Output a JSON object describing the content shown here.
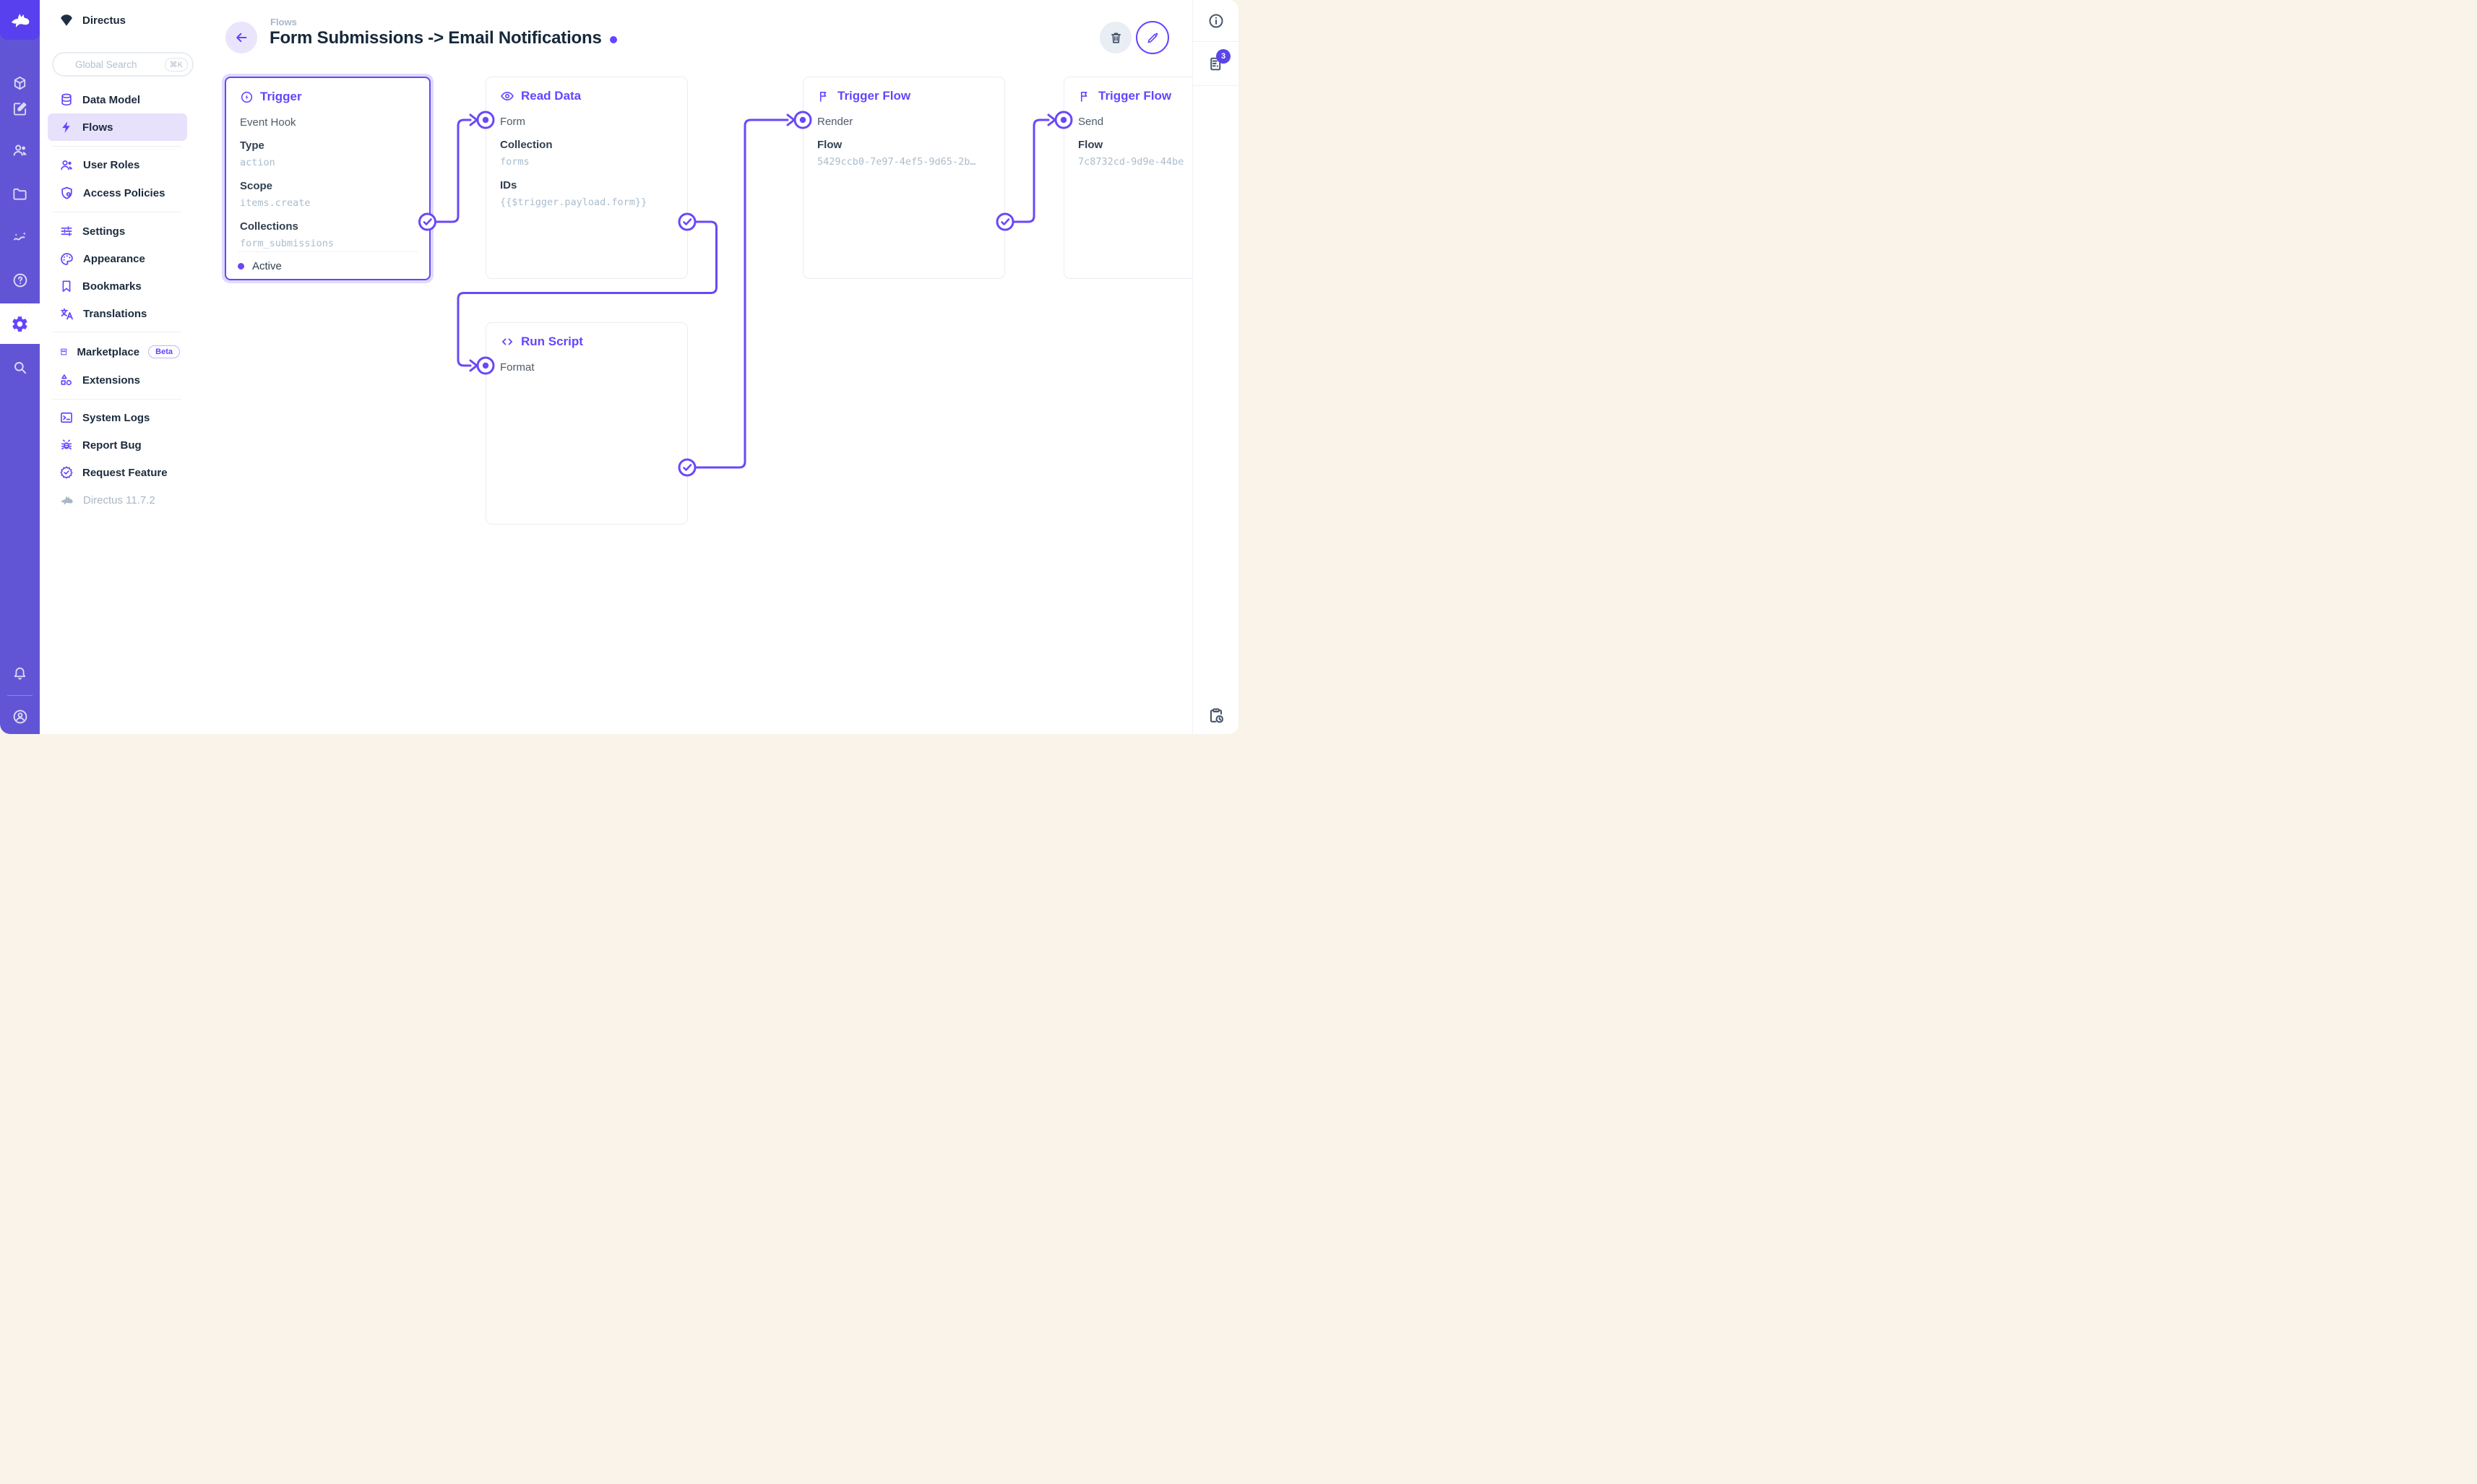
{
  "app": {
    "project_name": "Directus",
    "version_label": "Directus 11.7.2"
  },
  "module_bar": {
    "icons": [
      "directus-logo",
      "content",
      "editor",
      "users",
      "files",
      "insights",
      "help",
      "settings",
      "search",
      "notifications",
      "account"
    ]
  },
  "sidebar": {
    "search": {
      "placeholder": "Global Search",
      "shortcut": "⌘K"
    },
    "items": [
      {
        "label": "Data Model"
      },
      {
        "label": "Flows"
      },
      {
        "label": "User Roles"
      },
      {
        "label": "Access Policies"
      },
      {
        "label": "Settings"
      },
      {
        "label": "Appearance"
      },
      {
        "label": "Bookmarks"
      },
      {
        "label": "Translations"
      },
      {
        "label": "Marketplace",
        "badge": "Beta"
      },
      {
        "label": "Extensions"
      },
      {
        "label": "System Logs"
      },
      {
        "label": "Report Bug"
      },
      {
        "label": "Request Feature"
      }
    ]
  },
  "header": {
    "breadcrumb": "Flows",
    "title": "Form Submissions -> Email Notifications"
  },
  "panels": {
    "trigger": {
      "title": "Trigger",
      "subtitle": "Event Hook",
      "fields": [
        {
          "label": "Type",
          "value": "action"
        },
        {
          "label": "Scope",
          "value": "items.create"
        },
        {
          "label": "Collections",
          "value": "form_submissions"
        }
      ],
      "status_label": "Active"
    },
    "read_data": {
      "title": "Read Data",
      "input_label": "Form",
      "fields": [
        {
          "label": "Collection",
          "value": "forms"
        },
        {
          "label": "IDs",
          "value": "{{$trigger.payload.form}}"
        }
      ]
    },
    "run_script": {
      "title": "Run Script",
      "input_label": "Format"
    },
    "flow_render": {
      "title": "Trigger Flow",
      "input_label": "Render",
      "fields": [
        {
          "label": "Flow",
          "value": "5429ccb0-7e97-4ef5-9d65-2b…"
        }
      ]
    },
    "flow_send": {
      "title": "Trigger Flow",
      "input_label": "Send",
      "fields": [
        {
          "label": "Flow",
          "value": "7c8732cd-9d9e-44be"
        }
      ]
    }
  },
  "right_sidebar": {
    "badge_count": "3"
  },
  "colors": {
    "accent": "#6644ff",
    "module_bar": "#6155d6",
    "logo_tile": "#5840ee",
    "page_background": "#f9f3ea",
    "selection_halo": "rgba(102,68,255,0.20)"
  }
}
